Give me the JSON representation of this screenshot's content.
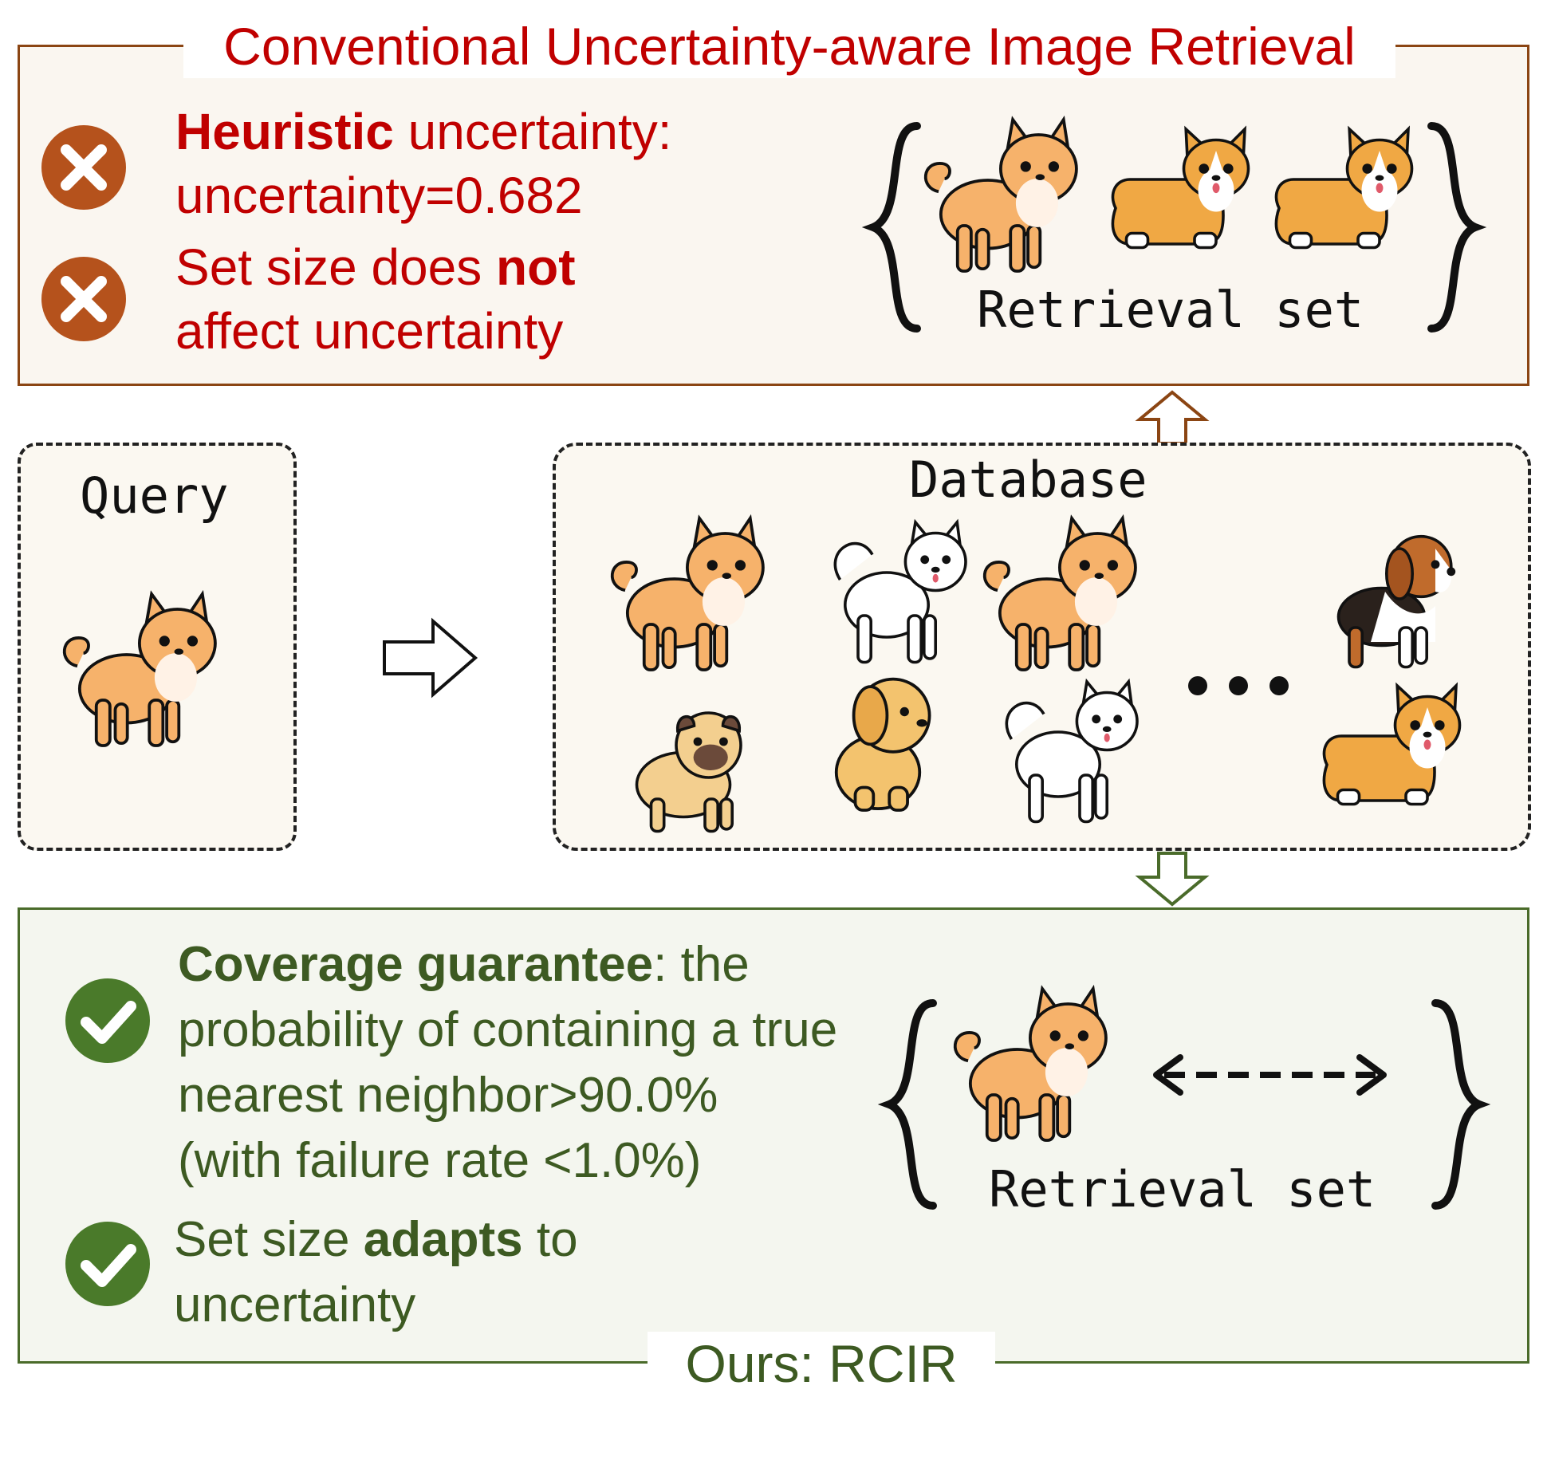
{
  "top_panel": {
    "title": "Conventional Uncertainty-aware Image Retrieval",
    "item1_bold": "Heuristic",
    "item1_rest": " uncertainty:",
    "item1_line2": "uncertainty=0.682",
    "item2_pre": "Set size does ",
    "item2_bold": "not",
    "item2_line2": "affect uncertainty",
    "set_label": "Retrieval set"
  },
  "query": {
    "label": "Query"
  },
  "database": {
    "label": "Database"
  },
  "bottom_panel": {
    "title": "Ours: RCIR",
    "item1_bold": "Coverage guarantee",
    "item1_rest": ": the",
    "item1_line2": "probability of containing a true",
    "item1_line3": "nearest neighbor>90.0%",
    "item1_line4": "(with failure rate <1.0%)",
    "item2_pre": "Set size ",
    "item2_bold": "adapts",
    "item2_post": " to",
    "item2_line2": "uncertainty",
    "set_label": "Retrieval set"
  },
  "colors": {
    "red_text": "#c00000",
    "x_icon": "#b5521c",
    "top_border": "#8b4513",
    "green_text": "#3d5a22",
    "check_icon": "#4a7a2a",
    "bottom_border": "#4a6b2a",
    "shiba": "#f6b26b",
    "corgi": "#f0a844"
  }
}
